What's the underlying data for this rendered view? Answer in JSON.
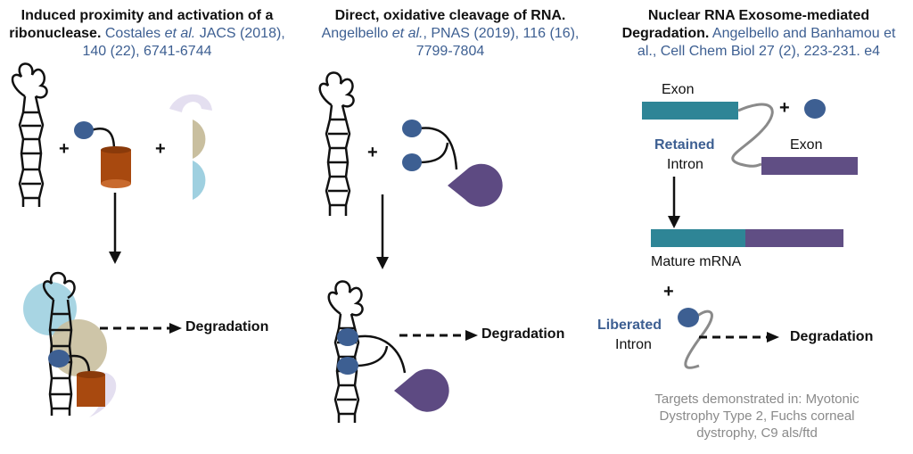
{
  "panels": [
    {
      "title_bold": "Induced proximity and activation of a ribonuclease.",
      "citation_pre": "Costales ",
      "citation_italic": "et al.",
      "citation_post": " JACS (2018), 140 (22), 6741-6744",
      "plus1": "+",
      "plus2": "+",
      "degradation": "Degradation"
    },
    {
      "title_bold": "Direct, oxidative cleavage of RNA.",
      "citation_pre": "Angelbello ",
      "citation_italic": "et al.",
      "citation_post": ", PNAS (2019), 116 (16), 7799-7804",
      "plus1": "+",
      "degradation": "Degradation"
    },
    {
      "title_bold": "Nuclear RNA Exosome-mediated Degradation.",
      "citation": "Angelbello and Banhamou et al., Cell Chem Biol 27 (2), 223-231. e4",
      "exon1": "Exon",
      "exon2": "Exon",
      "plus1": "+",
      "retained": "Retained",
      "intron1": "Intron",
      "mature": "Mature mRNA",
      "plus2": "+",
      "liberated": "Liberated",
      "intron2": "Intron",
      "degradation": "Degradation",
      "targets": "Targets demonstrated in:  Myotonic Dystrophy Type 2, Fuchs corneal dystrophy, C9 als/ftd"
    }
  ],
  "colors": {
    "small_molecule": "#3d5f92",
    "rnase": "#a8490f",
    "light_blue": "#9fd0e0",
    "khaki": "#c9bf9f",
    "lavender": "#e4dff0",
    "pacman": "#5d4a82",
    "exon_teal": "#2e8596",
    "exon_purple": "#604e84"
  }
}
